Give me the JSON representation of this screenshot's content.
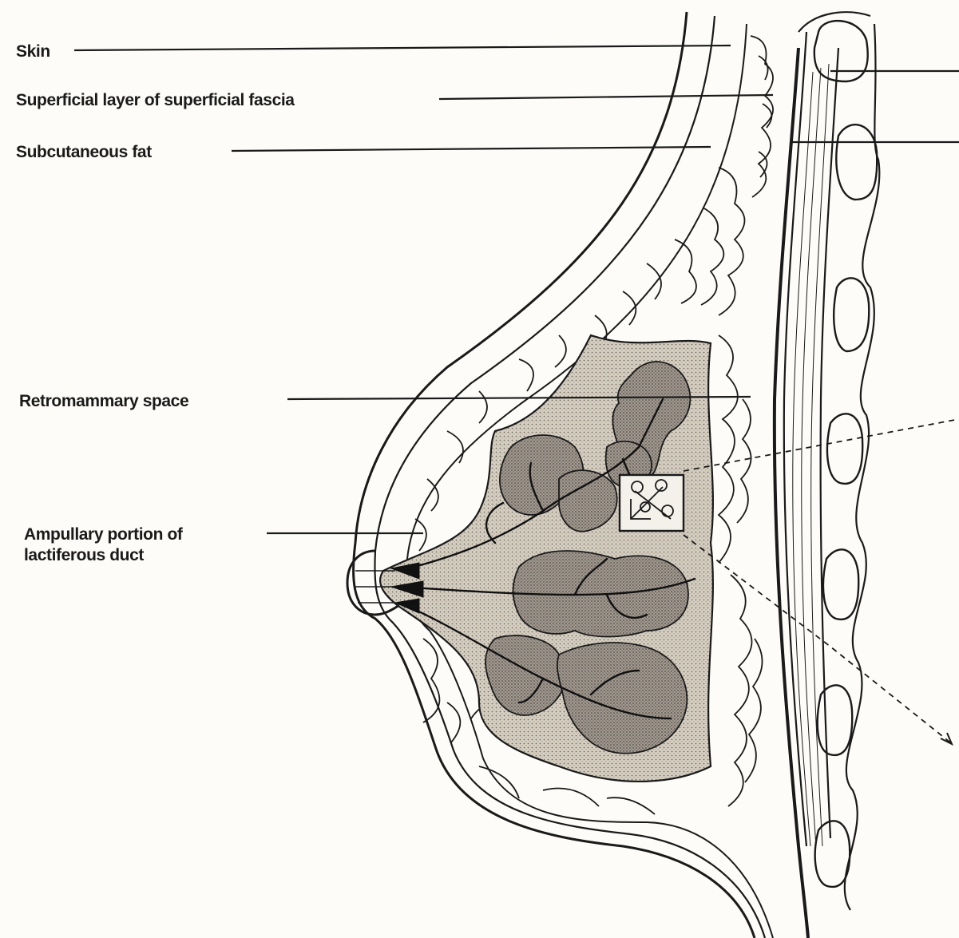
{
  "labels": {
    "skin": "Skin",
    "superficial_fascia": "Superficial layer of superficial fascia",
    "subcutaneous_fat": "Subcutaneous fat",
    "retromammary_space": "Retromammary space",
    "ampullary_line1": "Ampullary portion of",
    "ampullary_line2": "lactiferous duct"
  },
  "colors": {
    "line": "#1a1a1a",
    "gland_fill": "#c9c2b5",
    "lobule_fill": "#9a928a",
    "background": "#fdfcf8"
  }
}
